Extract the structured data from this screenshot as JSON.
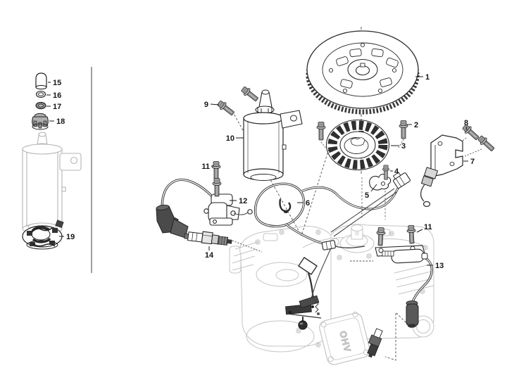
{
  "diagram": {
    "type": "exploded-parts-diagram",
    "subject": "Engine ignition and electric starting system",
    "background": "#ffffff",
    "outline_color": "#262626",
    "ghost_color": "#c4c4c4",
    "hardware_fill": "#9a9a9a",
    "engine_cover_text": "OHV",
    "callouts": [
      {
        "part": "flywheel",
        "label": "1"
      },
      {
        "part": "stator-bolt",
        "label": "2"
      },
      {
        "part": "stator",
        "label": "3"
      },
      {
        "part": "clip-bolt",
        "label": "4"
      },
      {
        "part": "wire-clip",
        "label": "5"
      },
      {
        "part": "wiring-harness",
        "label": "6"
      },
      {
        "part": "voltage-regulator",
        "label": "7"
      },
      {
        "part": "regulator-bolt",
        "label": "8"
      },
      {
        "part": "starter-bolt",
        "label": "9"
      },
      {
        "part": "starter-motor",
        "label": "10"
      },
      {
        "part": "coil-bolt-left",
        "label": "11"
      },
      {
        "part": "ignition-coil-left",
        "label": "12"
      },
      {
        "part": "ignition-coil-right",
        "label": "13"
      },
      {
        "part": "spark-plug",
        "label": "14"
      },
      {
        "part": "starter-drive-cap",
        "label": "15"
      },
      {
        "part": "starter-bushing",
        "label": "16"
      },
      {
        "part": "starter-washer",
        "label": "17"
      },
      {
        "part": "starter-pinion-gear",
        "label": "18"
      },
      {
        "part": "brush-holder-assembly",
        "label": "19"
      },
      {
        "part": "coil-bolt-right",
        "label": "11"
      }
    ]
  }
}
